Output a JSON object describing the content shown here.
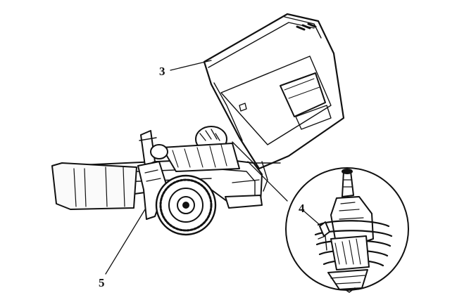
{
  "figure": {
    "callouts": {
      "c3": "3",
      "c4": "4",
      "c5": "5"
    },
    "colors": {
      "ink": "#111111",
      "paper": "#ffffff"
    }
  }
}
